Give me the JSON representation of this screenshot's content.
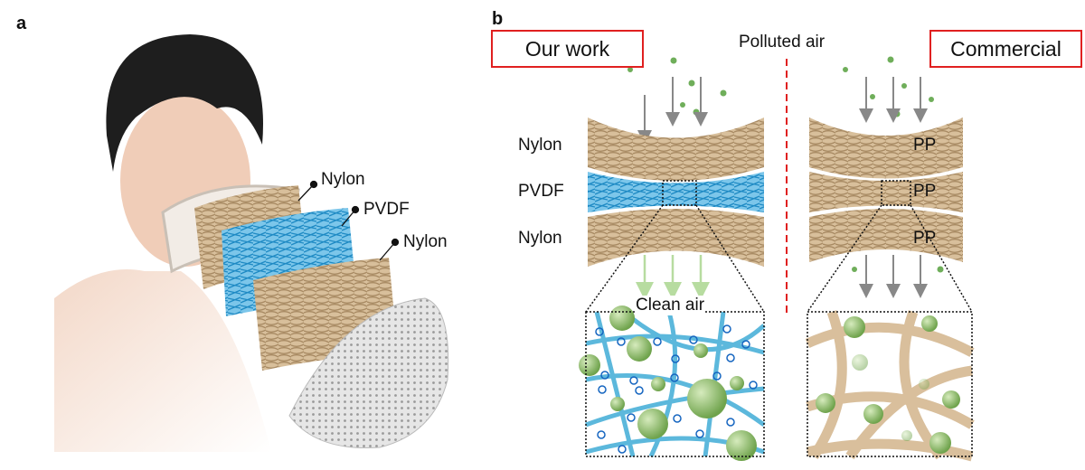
{
  "panel_a": {
    "label": "a",
    "layers": [
      "Nylon",
      "PVDF",
      "Nylon"
    ]
  },
  "panel_b": {
    "label": "b",
    "our_work": "Our work",
    "commercial": "Commercial",
    "polluted_air": "Polluted air",
    "clean_air": "Clean air",
    "left_layers": [
      "Nylon",
      "PVDF",
      "Nylon"
    ],
    "right_layers": [
      "PP",
      "PP",
      "PP"
    ]
  },
  "colors": {
    "nylon": "#cdb08a",
    "pvdf": "#4aaed8",
    "particle": "#8fbf6a",
    "box_border": "#e02020",
    "charge": "#1565c0"
  }
}
